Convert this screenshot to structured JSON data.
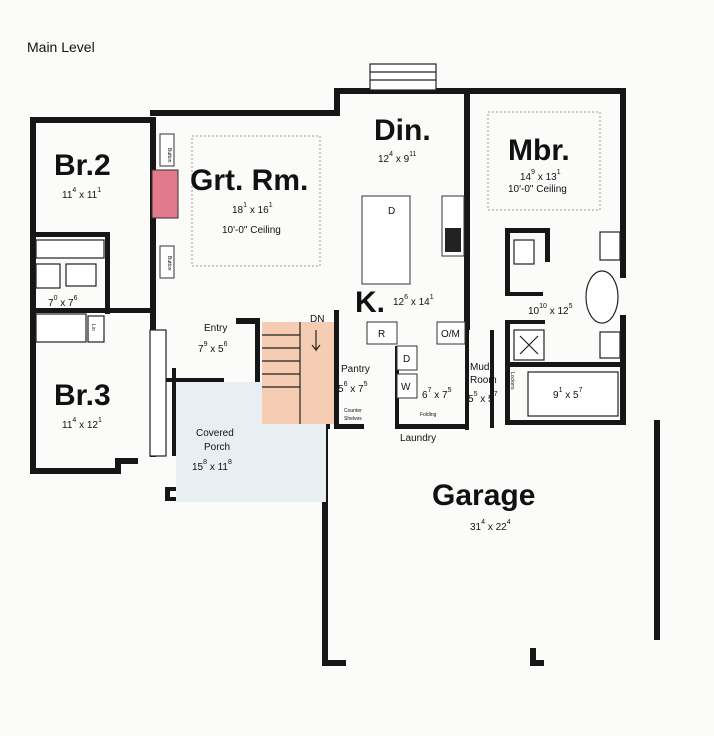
{
  "heading": "Main Level",
  "rooms": {
    "br2": {
      "name": "Br.2",
      "w": "11",
      "w_in": "4",
      "h": "11",
      "h_in": "1"
    },
    "great_room": {
      "name": "Grt. Rm.",
      "w": "18",
      "w_in": "1",
      "h": "16",
      "h_in": "1",
      "note": "10'-0\" Ceiling"
    },
    "dining": {
      "name": "Din.",
      "w": "12",
      "w_in": "4",
      "h": "9",
      "h_in": "11"
    },
    "master": {
      "name": "Mbr.",
      "w": "14",
      "w_in": "9",
      "h": "13",
      "h_in": "1",
      "note": "10'-0\" Ceiling"
    },
    "kitchen": {
      "name": "K.",
      "w": "12",
      "w_in": "6",
      "h": "14",
      "h_in": "1"
    },
    "bath2": {
      "w": "7",
      "w_in": "0",
      "h": "7",
      "h_in": "6"
    },
    "entry": {
      "name": "Entry",
      "w": "7",
      "w_in": "9",
      "h": "5",
      "h_in": "6"
    },
    "pantry": {
      "name": "Pantry",
      "w": "5",
      "w_in": "6",
      "h": "7",
      "h_in": "5"
    },
    "laundry_room": {
      "w": "6",
      "w_in": "7",
      "h": "7",
      "h_in": "5"
    },
    "mud_room": {
      "name": "Mud\nRoom",
      "w": "5",
      "w_in": "5",
      "h": "5",
      "h_in": "7"
    },
    "master_bath": {
      "w": "10",
      "w_in": "10",
      "h": "12",
      "h_in": "5"
    },
    "master_closet": {
      "w": "9",
      "w_in": "1",
      "h": "5",
      "h_in": "7"
    },
    "br3": {
      "name": "Br.3",
      "w": "11",
      "w_in": "4",
      "h": "12",
      "h_in": "1"
    },
    "porch": {
      "name_line1": "Covered",
      "name_line2": "Porch",
      "w": "15",
      "w_in": "8",
      "h": "11",
      "h_in": "8"
    },
    "garage": {
      "name": "Garage",
      "w": "31",
      "w_in": "4",
      "h": "22",
      "h_in": "4"
    }
  },
  "labels": {
    "laundry": "Laundry",
    "stair_dn": "DN",
    "button": "Button",
    "lin": "Lin",
    "counter_shelves_1": "Counter",
    "counter_shelves_2": "Shelves",
    "folding": "Folding",
    "bench_lockers_1": "Bench/",
    "bench_lockers_2": "Lockers",
    "appliance_d": "D",
    "appliance_r": "R",
    "appliance_om": "O/M",
    "washer_w": "W",
    "dryer_d": "D",
    "dim_x": "x"
  },
  "colors": {
    "wall": "#161616",
    "stair_fill": "#f6cdb3",
    "porch_fill": "#e9eef2",
    "fireplace": "#e2798d"
  }
}
